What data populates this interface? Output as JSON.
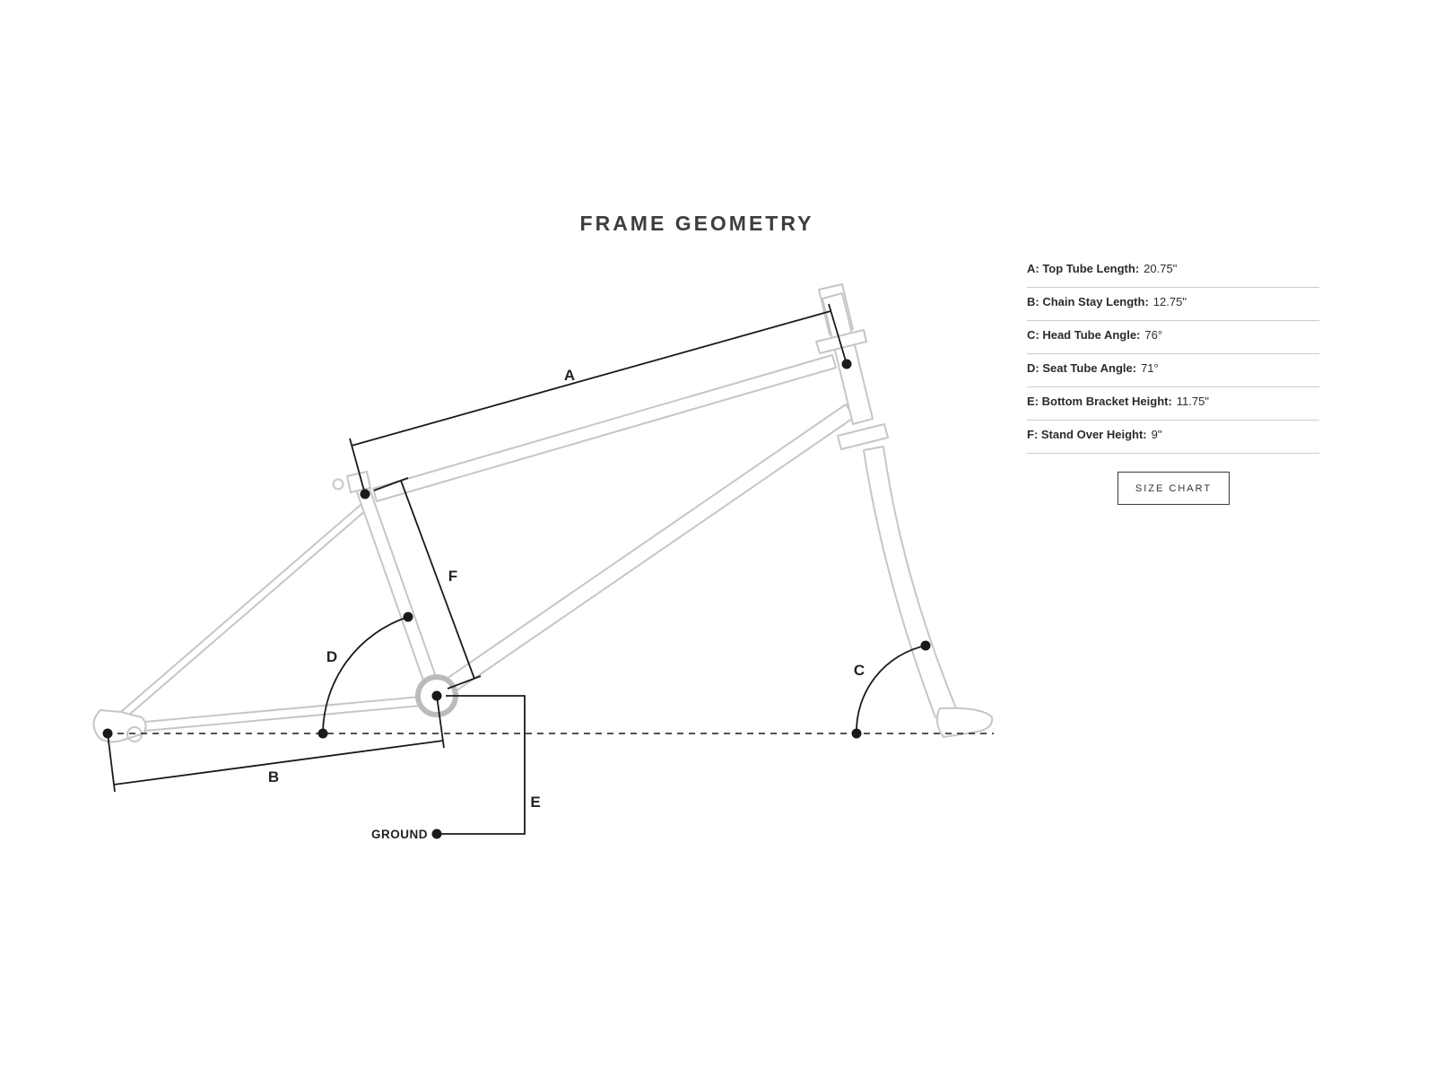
{
  "page": {
    "title": "FRAME GEOMETRY"
  },
  "specs": {
    "rows": [
      {
        "label": "A: Top Tube Length:",
        "value": "20.75\""
      },
      {
        "label": "B: Chain Stay Length:",
        "value": "12.75\""
      },
      {
        "label": "C: Head Tube Angle:",
        "value": "76°"
      },
      {
        "label": "D: Seat Tube Angle:",
        "value": "71°"
      },
      {
        "label": "E: Bottom Bracket Height:",
        "value": "11.75\""
      },
      {
        "label": "F: Stand Over Height:",
        "value": "9\""
      }
    ]
  },
  "buttons": {
    "size_chart": "SIZE CHART"
  },
  "diagram": {
    "labels": {
      "a": "A",
      "b": "B",
      "c": "C",
      "d": "D",
      "e": "E",
      "f": "F",
      "ground": "GROUND"
    }
  },
  "colors": {
    "background": "#ffffff",
    "frame_line": "#c6c6c6",
    "dimension_line": "#1a1a1a",
    "title_text": "#3d3d3d",
    "divider": "#cccccc"
  }
}
